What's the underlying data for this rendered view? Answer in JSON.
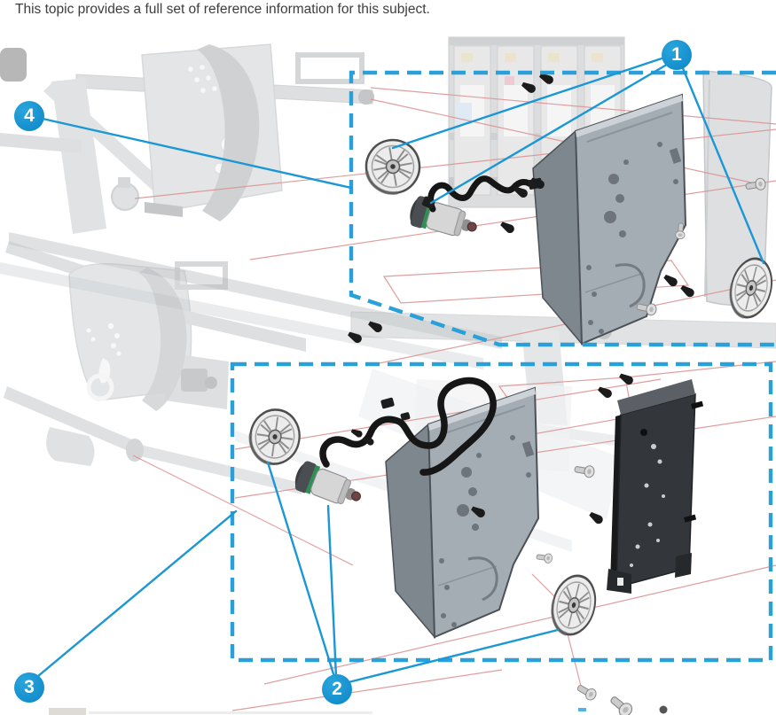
{
  "page": {
    "intro_text": "This topic provides a full set of reference information for this subject."
  },
  "diagram": {
    "callouts": [
      {
        "label": "1"
      },
      {
        "label": "2"
      },
      {
        "label": "3"
      },
      {
        "label": "4"
      }
    ],
    "colors": {
      "callout_fill": "#0d93d1",
      "highlight_box_blue": "#2aa0da",
      "leader_line_blue": "#1a97d5",
      "alignment_line_red": "#dc9494",
      "plate_gray": "#a4acb4",
      "bracket_dark": "#33373b",
      "chassis_gray": "#cdd0d3",
      "cable_black": "#161616",
      "text": "#3d3d3d"
    }
  }
}
